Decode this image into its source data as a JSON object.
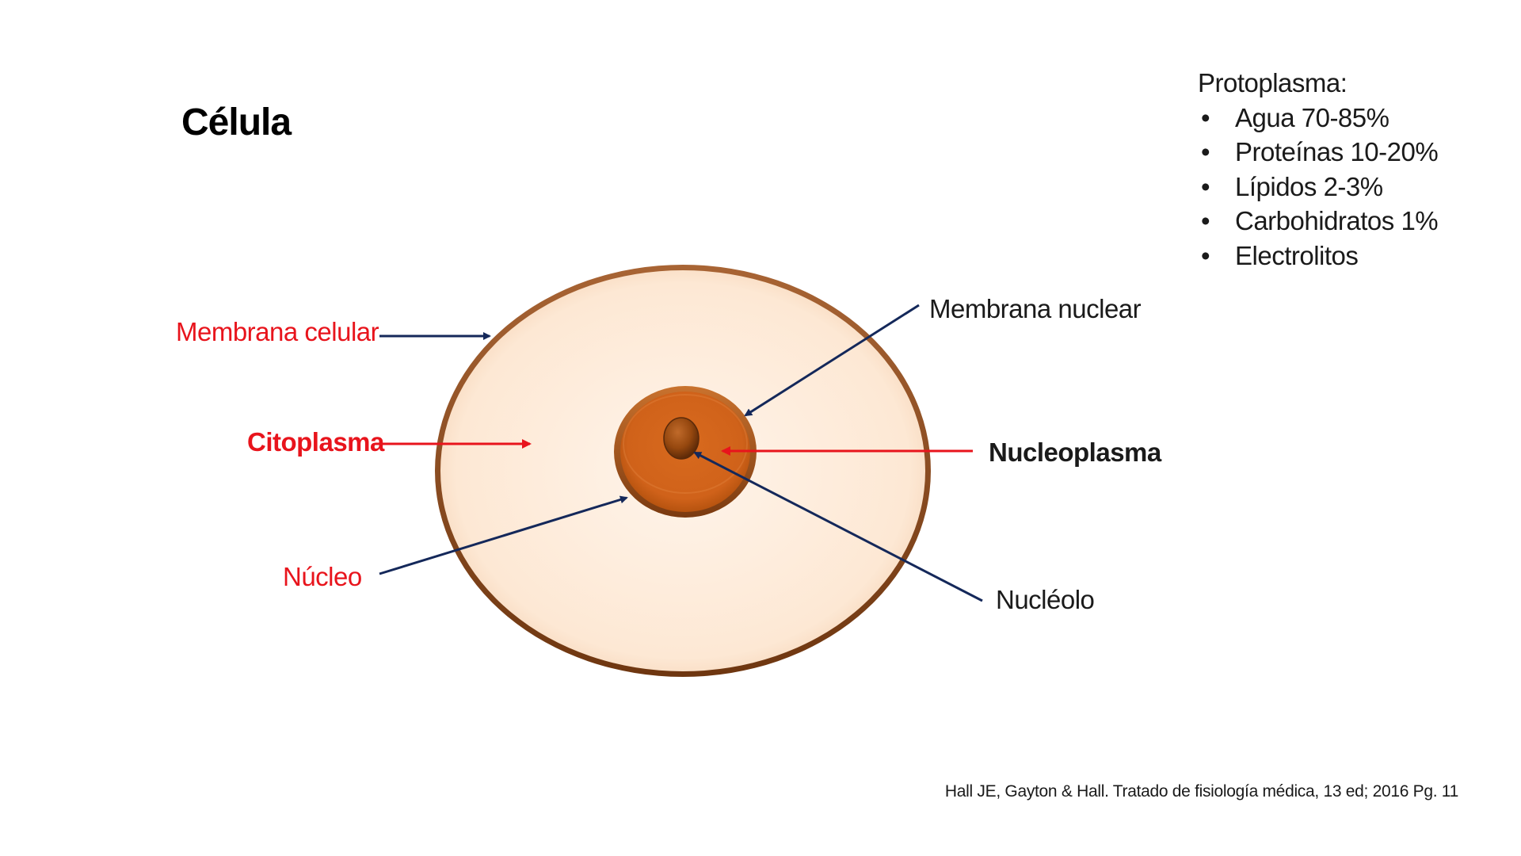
{
  "title": "Célula",
  "protoplasm": {
    "heading": "Protoplasma:",
    "items": [
      "Agua 70-85%",
      "Proteínas 10-20%",
      "Lípidos  2-3%",
      "Carbohidratos 1%",
      "Electrolitos"
    ],
    "bullet": "•"
  },
  "labels": {
    "membrana_celular": "Membrana celular",
    "citoplasma": "Citoplasma",
    "nucleo": "Núcleo",
    "membrana_nuclear": "Membrana nuclear",
    "nucleoplasma": "Nucleoplasma",
    "nucleolo": "Nucléolo"
  },
  "citation": "Hall JE, Gayton & Hall. Tratado de fisiología médica, 13 ed; 2016 Pg. 11",
  "colors": {
    "label_red": "#e8141c",
    "arrow_navy": "#14285a",
    "arrow_red": "#e8141c",
    "cell_fill": "#fde9d6",
    "cell_border": "#8a4a1c",
    "nucleus_fill": "#d2661c",
    "nucleolus_fill": "#9a4a14"
  }
}
